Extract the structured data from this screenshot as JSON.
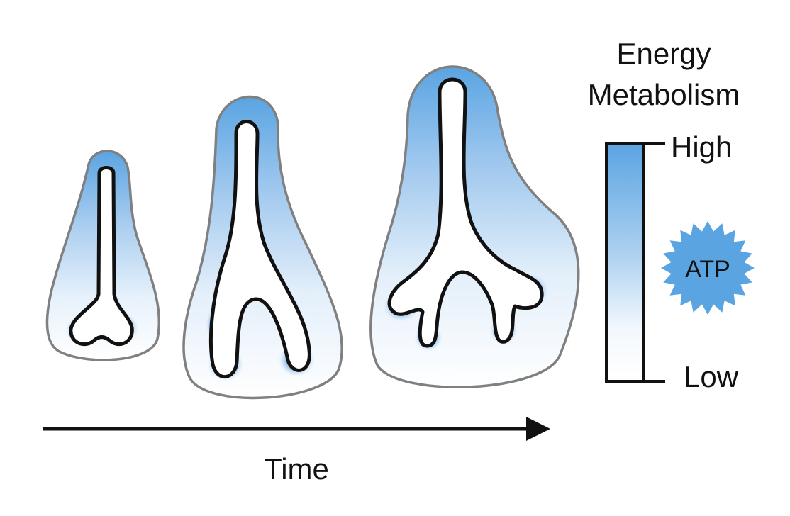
{
  "legend": {
    "title_line1": "Energy",
    "title_line2": "Metabolism",
    "high_label": "High",
    "low_label": "Low",
    "badge_label": "ATP"
  },
  "axis": {
    "time_label": "Time"
  },
  "colors": {
    "high_energy": "#5aa4e2",
    "low_energy": "#ffffff",
    "atp_badge": "#5aa4e2",
    "tissue_outline": "#808080",
    "epithelium_outline": "#111111",
    "arrow": "#111111"
  },
  "stages": [
    {
      "name": "stage-1",
      "branches": 1
    },
    {
      "name": "stage-2",
      "branches": 2
    },
    {
      "name": "stage-3",
      "branches": 4
    }
  ]
}
